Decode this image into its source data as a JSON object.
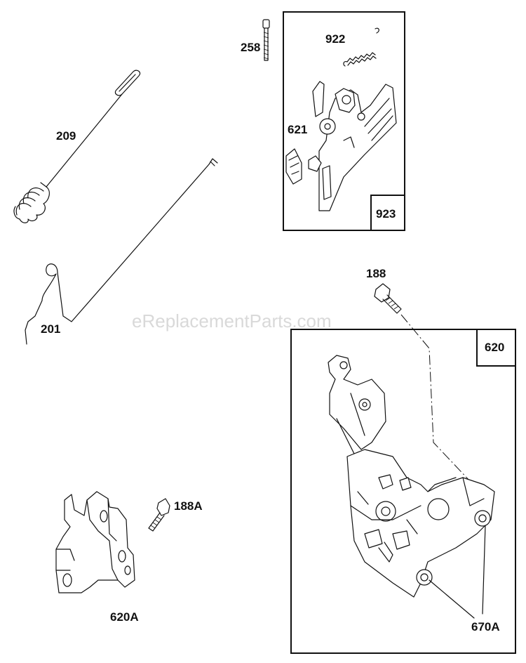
{
  "watermark": "eReplacementParts.com",
  "labels": {
    "p258": "258",
    "p922": "922",
    "p621": "621",
    "p923": "923",
    "p209": "209",
    "p201": "201",
    "p188": "188",
    "p620": "620",
    "p188A": "188A",
    "p620A": "620A",
    "p670A": "670A"
  }
}
